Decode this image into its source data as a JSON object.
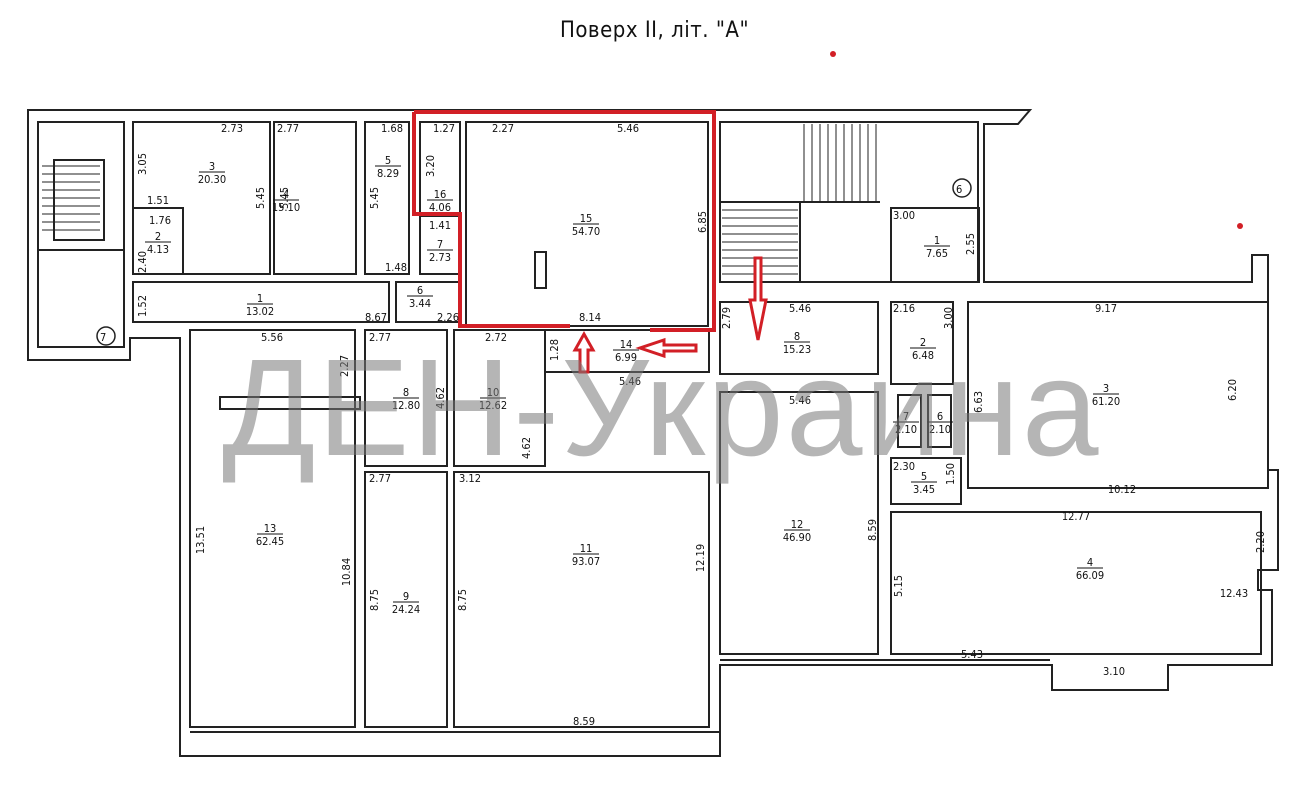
{
  "title": "Поверх II, літ. \"А\"",
  "watermark": "ДЕН-Украина",
  "colors": {
    "wall": "#222222",
    "highlight": "#d21f26",
    "watermark": "#8a8a8a"
  },
  "stair_marks": [
    "7",
    "6"
  ],
  "rooms": [
    {
      "id": "left-3",
      "num": "3",
      "area": "20.30"
    },
    {
      "id": "left-4",
      "num": "4",
      "area": "15.10"
    },
    {
      "id": "left-5",
      "num": "5",
      "area": "8.29"
    },
    {
      "id": "left-16",
      "num": "16",
      "area": "4.06"
    },
    {
      "id": "left-7",
      "num": "7",
      "area": "2.73"
    },
    {
      "id": "left-2",
      "num": "2",
      "area": "4.13"
    },
    {
      "id": "left-1",
      "num": "1",
      "area": "13.02"
    },
    {
      "id": "left-6",
      "num": "6",
      "area": "3.44"
    },
    {
      "id": "left-15",
      "num": "15",
      "area": "54.70"
    },
    {
      "id": "left-14",
      "num": "14",
      "area": "6.99"
    },
    {
      "id": "left-8",
      "num": "8",
      "area": "12.80"
    },
    {
      "id": "left-10",
      "num": "10",
      "area": "12.62"
    },
    {
      "id": "left-13",
      "num": "13",
      "area": "62.45"
    },
    {
      "id": "left-9",
      "num": "9",
      "area": "24.24"
    },
    {
      "id": "left-11",
      "num": "11",
      "area": "93.07"
    },
    {
      "id": "right-8",
      "num": "8",
      "area": "15.23"
    },
    {
      "id": "right-12",
      "num": "12",
      "area": "46.90"
    },
    {
      "id": "right-1",
      "num": "1",
      "area": "7.65"
    },
    {
      "id": "right-2",
      "num": "2",
      "area": "6.48"
    },
    {
      "id": "right-7",
      "num": "7",
      "area": "2.10"
    },
    {
      "id": "right-6",
      "num": "6",
      "area": "2.10"
    },
    {
      "id": "right-5",
      "num": "5",
      "area": "3.45"
    },
    {
      "id": "right-3",
      "num": "3",
      "area": "61.20"
    },
    {
      "id": "right-4",
      "num": "4",
      "area": "66.09"
    }
  ],
  "dimensions": [
    "2.73",
    "2.77",
    "1.68",
    "1.27",
    "2.27",
    "5.46",
    "3.05",
    "5.45",
    "5.45",
    "5.45",
    "3.20",
    "6.85",
    "1.51",
    "1.76",
    "2.40",
    "1.41",
    "1.48",
    "1.52",
    "8.67",
    "2.26",
    "8.14",
    "2.79",
    "5.46",
    "5.56",
    "2.27",
    "2.77",
    "4.62",
    "2.72",
    "1.28",
    "5.46",
    "5.46",
    "4.62",
    "2.77",
    "3.12",
    "13.51",
    "10.84",
    "8.75",
    "8.75",
    "12.19",
    "8.59",
    "8.59",
    "3.00",
    "2.55",
    "2.16",
    "3.00",
    "9.17",
    "6.63",
    "6.20",
    "2.30",
    "1.50",
    "10.12",
    "12.77",
    "2.20",
    "5.15",
    "12.43",
    "5.43",
    "3.10"
  ]
}
